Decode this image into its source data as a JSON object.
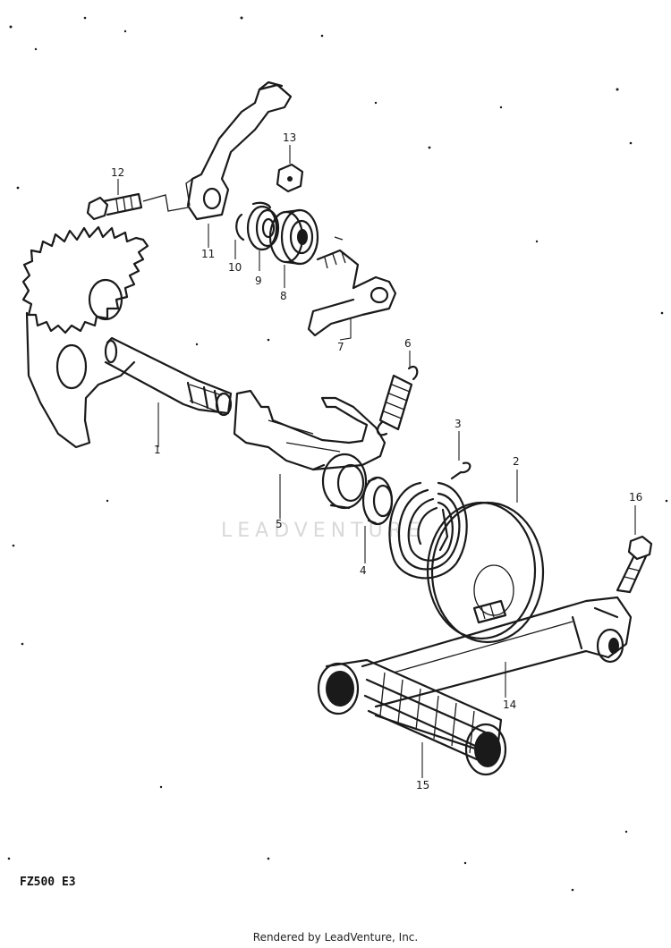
{
  "diagram": {
    "model_code": "FZ500 E3",
    "watermark": "LEADVENTURE",
    "footer": "Rendered by LeadVenture, Inc.",
    "callouts": [
      "1",
      "2",
      "3",
      "4",
      "5",
      "6",
      "7",
      "8",
      "9",
      "10",
      "11",
      "12",
      "13",
      "14",
      "15",
      "16"
    ]
  }
}
